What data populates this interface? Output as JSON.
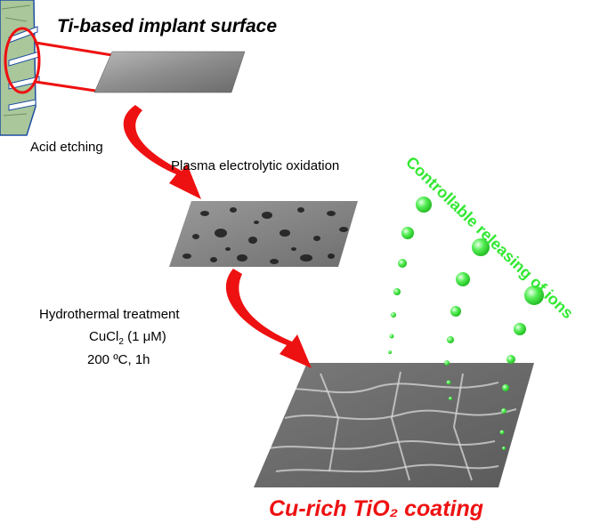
{
  "title": "Ti-based implant surface",
  "steps": {
    "acid_etching": "Acid etching",
    "plasma": "Plasma electrolytic oxidation",
    "hydrothermal": "Hydrothermal treatment",
    "cucl2_base": "CuCl",
    "cucl2_sub": "2",
    "cucl2_conc": " (1 μM)",
    "conditions": "200 ºC, 1h"
  },
  "release_label": "Controllable releasing of ions",
  "result_label": "Cu-rich TiO₂ coating",
  "colors": {
    "arrow": "#ee1111",
    "ion_green": "#33e833",
    "result_text": "#ee1111",
    "surface_gray": "#8a8a8a",
    "implant_body": "#a9c79b",
    "implant_outline": "#1f4fa0"
  }
}
